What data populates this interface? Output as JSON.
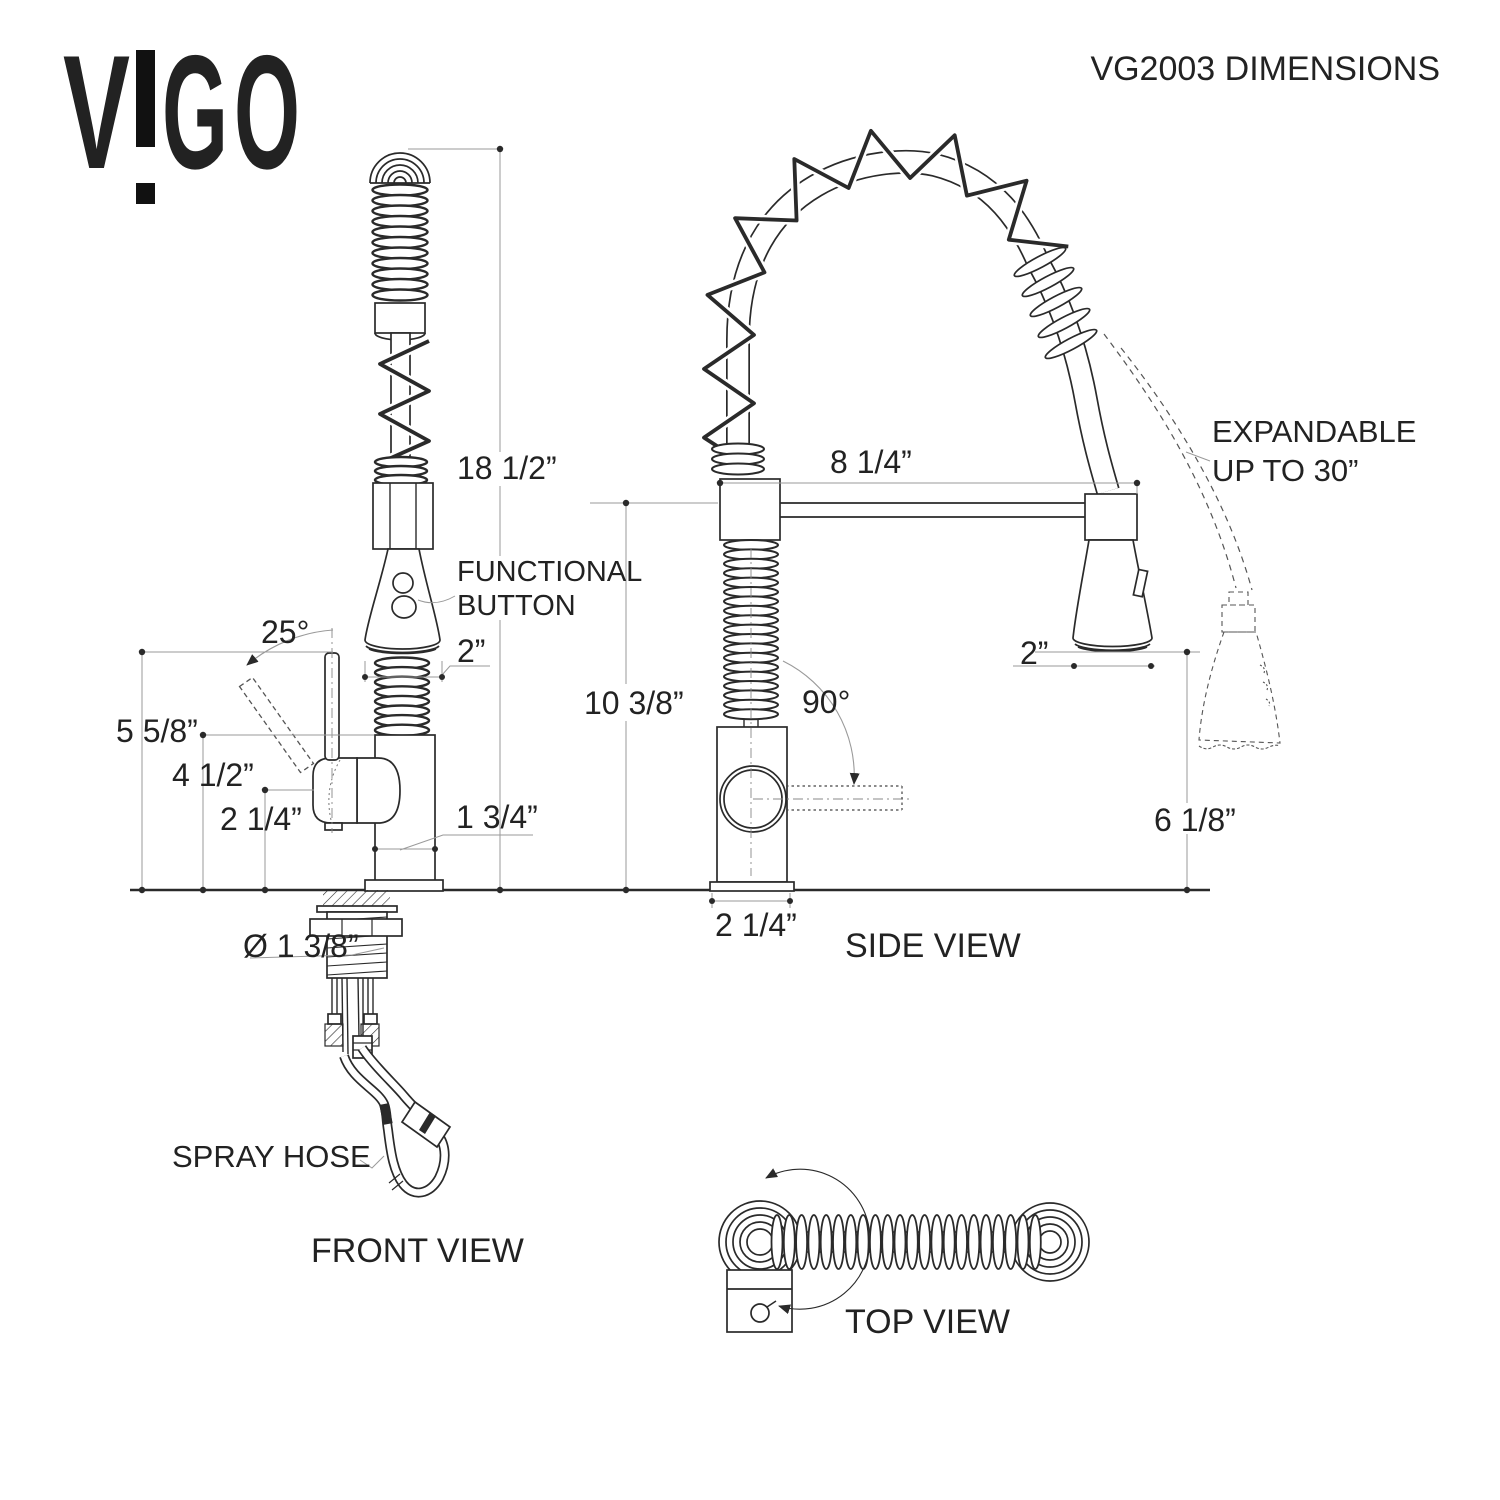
{
  "header": {
    "logo_text": "VIGO",
    "title": "VG2003 DIMENSIONS"
  },
  "front_view": {
    "caption": "FRONT VIEW",
    "labels": {
      "overall_height": "18 1/2”",
      "functional_button_line1": "FUNCTIONAL",
      "functional_button_line2": "BUTTON",
      "sprayer_width": "2”",
      "handle_angle": "25°",
      "handle_height": "5 5/8”",
      "spout_height": "4 1/2”",
      "base_height": "2 1/4”",
      "body_width": "1 3/4”",
      "shank_diameter": "Ø 1 3/8”",
      "spray_hose": "SPRAY HOSE"
    }
  },
  "side_view": {
    "caption": "SIDE VIEW",
    "labels": {
      "spout_reach": "8 1/4”",
      "expandable_line1": "EXPANDABLE",
      "expandable_line2": "UP TO 30”",
      "height_to_spout": "10 3/8”",
      "swivel_angle": "90°",
      "sprayer_width": "2”",
      "sprayer_clearance": "6 1/8”",
      "base_width": "2 1/4”"
    }
  },
  "top_view": {
    "caption": "TOP VIEW"
  },
  "colors": {
    "line": "#2a2a2a",
    "dim_line": "#9a9a9a",
    "background": "#ffffff"
  }
}
